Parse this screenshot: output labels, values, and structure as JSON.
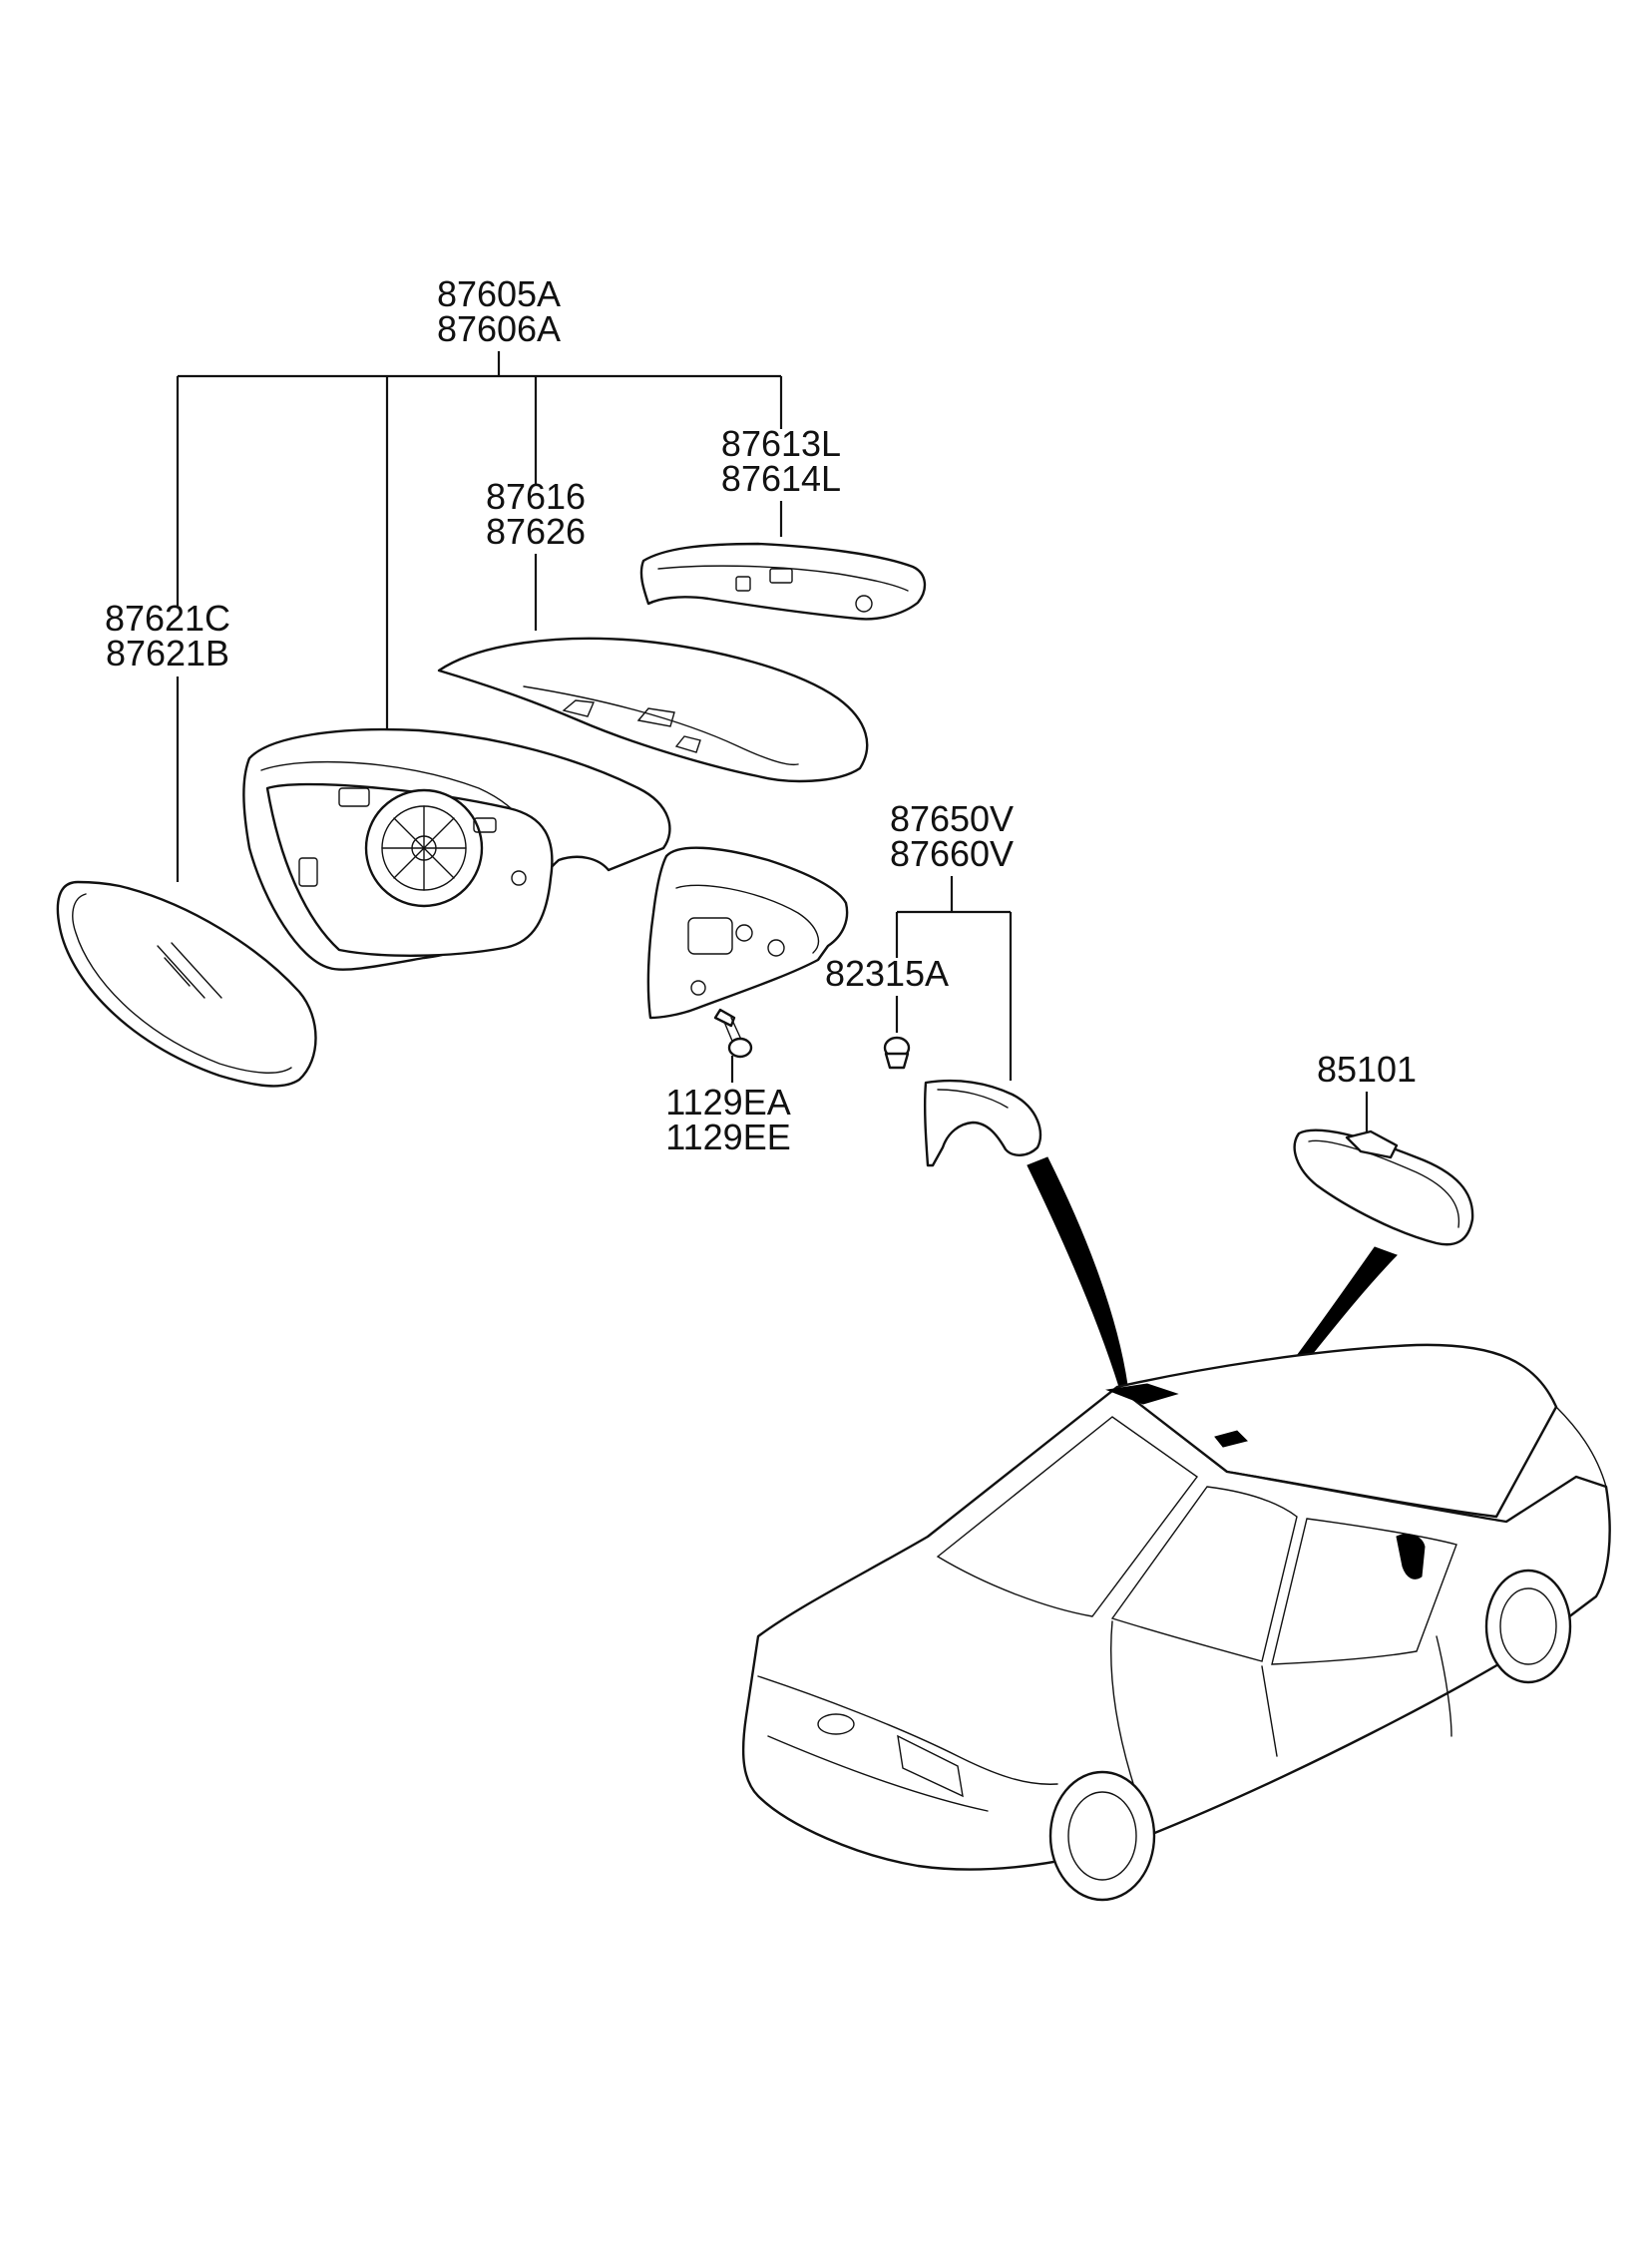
{
  "labels": {
    "assembly_a": "87605A",
    "assembly_b": "87606A",
    "cover_a": "87613L",
    "cover_b": "87614L",
    "cap_a": "87616",
    "cap_b": "87626",
    "glass_a": "87621C",
    "glass_b": "87621B",
    "garnish_a": "87650V",
    "garnish_b": "87660V",
    "clip": "82315A",
    "bolt_a": "1129EA",
    "bolt_b": "1129EE",
    "inside_mirror": "85101"
  },
  "colors": {
    "line": "#111111",
    "background": "#ffffff"
  }
}
